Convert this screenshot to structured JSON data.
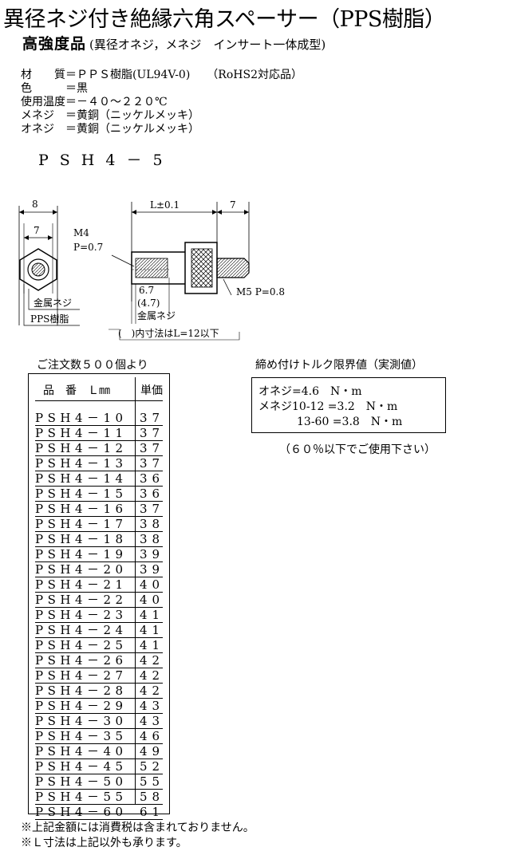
{
  "header": {
    "title": "異径ネジ付き絶縁六角スペーサー（PPS樹脂）",
    "subtitle_main": "高強度品",
    "subtitle_paren": "(異径オネジ，メネジ　インサート一体成型)"
  },
  "specs": [
    {
      "label": "材　　質",
      "value": "＝ＰＰＳ樹脂(UL94V-0)　　（RoHS2対応品）"
    },
    {
      "label": "色",
      "value": "＝黒"
    },
    {
      "label": "使用温度",
      "value": "＝－４０～２２０℃"
    },
    {
      "label": "メネジ",
      "value": "＝黄銅（ニッケルメッキ）"
    },
    {
      "label": "オネジ",
      "value": "＝黄銅（ニッケルメッキ）"
    }
  ],
  "model": "PSH4－5",
  "diagram": {
    "dim_8": "8",
    "dim_7_hex": "7",
    "dim_L": "L±0.1",
    "dim_7_thread": "7",
    "m4": "M4",
    "pitch_m4": "P=0.7",
    "dim_67": "6.7",
    "dim_47": "(4.7)",
    "label_kinzoku": "金属ネジ",
    "label_kinzoku2": "金属ネジ",
    "label_pps": "PPS樹脂",
    "m5": "M5 P=0.8",
    "inner_note": "(　)内寸法はL=12以下"
  },
  "order": {
    "title": "ご注文数５００個より",
    "col_part": "品　番　Ｌ㎜",
    "col_price": "単価",
    "rows": [
      {
        "part": "PSH4－10",
        "price": "37"
      },
      {
        "part": "PSH4－11",
        "price": "37"
      },
      {
        "part": "PSH4－12",
        "price": "37"
      },
      {
        "part": "PSH4－13",
        "price": "37"
      },
      {
        "part": "PSH4－14",
        "price": "36"
      },
      {
        "part": "PSH4－15",
        "price": "36"
      },
      {
        "part": "PSH4－16",
        "price": "37"
      },
      {
        "part": "PSH4－17",
        "price": "38"
      },
      {
        "part": "PSH4－18",
        "price": "38"
      },
      {
        "part": "PSH4－19",
        "price": "39"
      },
      {
        "part": "PSH4－20",
        "price": "39"
      },
      {
        "part": "PSH4－21",
        "price": "40"
      },
      {
        "part": "PSH4－22",
        "price": "40"
      },
      {
        "part": "PSH4－23",
        "price": "41"
      },
      {
        "part": "PSH4－24",
        "price": "41"
      },
      {
        "part": "PSH4－25",
        "price": "41"
      },
      {
        "part": "PSH4－26",
        "price": "42"
      },
      {
        "part": "PSH4－27",
        "price": "42"
      },
      {
        "part": "PSH4－28",
        "price": "42"
      },
      {
        "part": "PSH4－29",
        "price": "43"
      },
      {
        "part": "PSH4－30",
        "price": "43"
      },
      {
        "part": "PSH4－35",
        "price": "46"
      },
      {
        "part": "PSH4－40",
        "price": "49"
      },
      {
        "part": "PSH4－45",
        "price": "52"
      },
      {
        "part": "PSH4－50",
        "price": "55"
      },
      {
        "part": "PSH4－55",
        "price": "58"
      },
      {
        "part": "PSH4－60",
        "price": "61"
      }
    ]
  },
  "torque": {
    "title": "締め付けトルク限界値（実測値）",
    "line1": "オネジ=4.6　N・m",
    "line2": "メネジ10-12 =3.2　N・m",
    "line3": "13-60 =3.8　N・m",
    "note": "（６０％以下でご使用下さい）"
  },
  "notes": [
    "※上記金額には消費税は含まれておりません。",
    "※Ｌ寸法は上記以外も承ります。"
  ]
}
